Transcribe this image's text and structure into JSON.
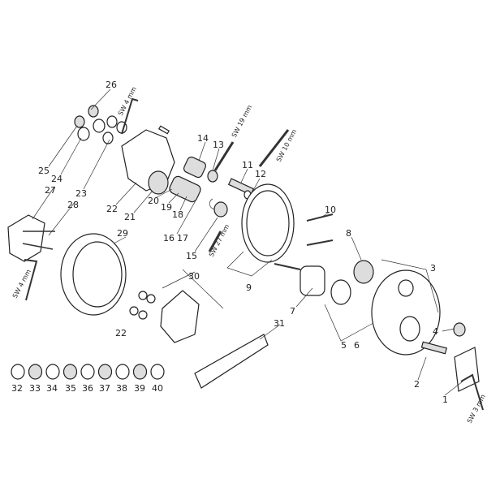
{
  "diagram": {
    "title": "Exploded parts view",
    "part_numbers": [
      "1",
      "2",
      "3",
      "4",
      "5",
      "6",
      "7",
      "8",
      "9",
      "10",
      "11",
      "12",
      "13",
      "14",
      "15",
      "16",
      "17",
      "18",
      "19",
      "20",
      "21",
      "22",
      "22",
      "23",
      "24",
      "25",
      "26",
      "27",
      "28",
      "29",
      "30",
      "31",
      "32",
      "33",
      "34",
      "35",
      "36",
      "37",
      "38",
      "39",
      "40"
    ],
    "tool_labels": [
      "SW 4 mm",
      "SW 19 mm",
      "SW 10 mm",
      "SW 27 mm",
      "SW 4 mm",
      "SW 3 mm"
    ]
  }
}
